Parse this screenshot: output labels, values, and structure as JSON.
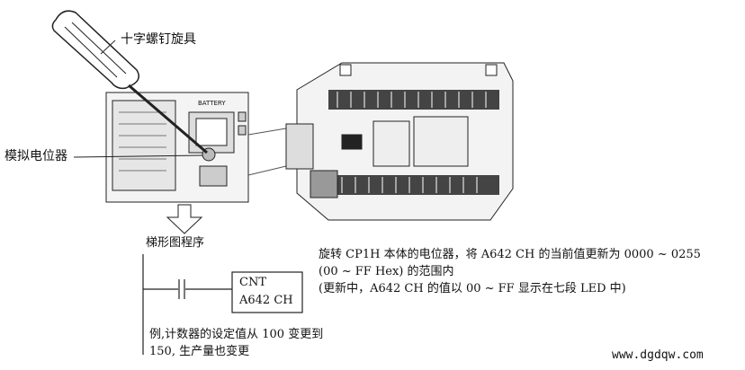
{
  "labels": {
    "screwdriver": "十字螺钉旋具",
    "potentiometer": "模拟电位器",
    "battery": "BATTERY",
    "ladder_title": "梯形图程序",
    "cnt": "CNT",
    "cnt_operand": "A642 CH",
    "desc_line1": "旋转 CP1H 本体的电位器，将 A642 CH 的当前值更新为 0000 ~ 0255",
    "desc_line2": "(00 ~ FF Hex) 的范围内",
    "desc_line3": "(更新中，A642 CH 的值以 00 ~ FF 显示在七段 LED 中)",
    "example_line1": "例,计数器的设定值从 100 变更到",
    "example_line2": "150, 生产量也变更",
    "watermark": "www.dgdqw.com"
  }
}
